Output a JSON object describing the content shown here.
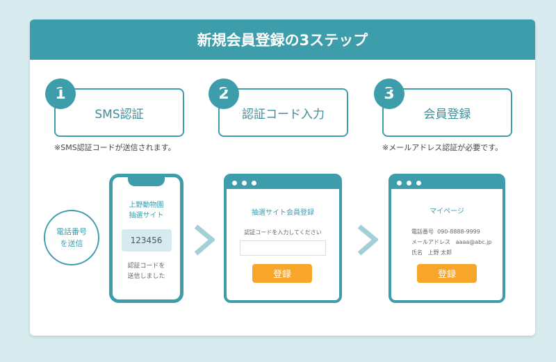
{
  "title": "新規会員登録の3ステップ",
  "steps": [
    {
      "num": "1",
      "label": "SMS認証",
      "note": "※SMS認証コードが送信されます。"
    },
    {
      "num": "2",
      "label": "認証コード入力",
      "note": ""
    },
    {
      "num": "3",
      "label": "会員登録",
      "note": "※メールアドレス認証が必要です。"
    }
  ],
  "send_circle": {
    "line1": "電話番号",
    "line2": "を送信"
  },
  "phone": {
    "site_line1": "上野動物園",
    "site_line2": "抽選サイト",
    "code": "123456",
    "msg_line1": "認証コードを",
    "msg_line2": "送信しました"
  },
  "browser1": {
    "title": "抽選サイト会員登録",
    "prompt": "認証コードを入力してください",
    "input_value": "",
    "button": "登録"
  },
  "browser2": {
    "title": "マイページ",
    "phone_label": "電話番号",
    "phone_value": "090-8888-9999",
    "email_label": "メールアドレス",
    "email_value": "aaaa@abc.jp",
    "name_label": "氏名",
    "name_value": "上野 太郎",
    "button": "登録"
  },
  "colors": {
    "teal": "#3d9dab",
    "orange": "#f8a629",
    "background": "#d8ebef"
  }
}
